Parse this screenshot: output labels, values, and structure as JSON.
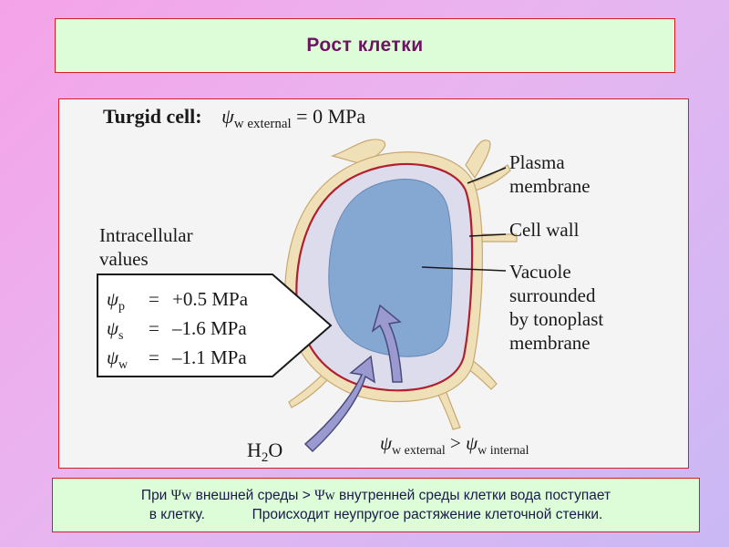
{
  "slide": {
    "title": "Рост клетки"
  },
  "diagram": {
    "heading_bold": "Turgid cell:",
    "heading_eq_psi": "ψ",
    "heading_eq_sub": "w external",
    "heading_eq_val": " = 0 MPa",
    "intracellular_line1": "Intracellular",
    "intracellular_line2": "values",
    "values": [
      {
        "sym": "ψ",
        "sub": "p",
        "eq": "=",
        "val": "+0.5 MPa"
      },
      {
        "sym": "ψ",
        "sub": "s",
        "eq": "=",
        "val": "–1.6 MPa"
      },
      {
        "sym": "ψ",
        "sub": "w",
        "eq": "=",
        "val": "–1.1 MPa"
      }
    ],
    "labels": {
      "plasma_1": "Plasma",
      "plasma_2": "membrane",
      "cell_wall": "Cell wall",
      "vacuole_1": "Vacuole",
      "vacuole_2": "surrounded",
      "vacuole_3": "by tonoplast",
      "vacuole_4": "membrane"
    },
    "water_main": "H",
    "water_sub": "2",
    "water_end": "O",
    "bottom_psi1": "ψ",
    "bottom_sub1": "w external",
    "bottom_gt": " > ",
    "bottom_psi2": "ψ",
    "bottom_sub2": "w internal"
  },
  "caption": {
    "line1_pre": "При ",
    "line1_psi_a": "Ψw",
    "line1_mid": " внешней среды > ",
    "line1_psi_b": "Ψw",
    "line1_post": " внутренней среды клетки    вода поступает",
    "line2": "в клетку.            Происходит неупругое растяжение клеточной стенки."
  },
  "colors": {
    "slide_bg_start": "#f5a3e8",
    "slide_bg_end": "#c9b8f5",
    "box_bg": "#ddfcd8",
    "box_border": "#d42020",
    "title_text": "#6b1460",
    "cell_wall_fill": "#f0e0b8",
    "cytoplasm_fill": "#dcdcec",
    "plasma_membrane": "#b02030",
    "vacuole_fill": "#84a8d2",
    "arrow_fill": "#9a9ad0"
  }
}
